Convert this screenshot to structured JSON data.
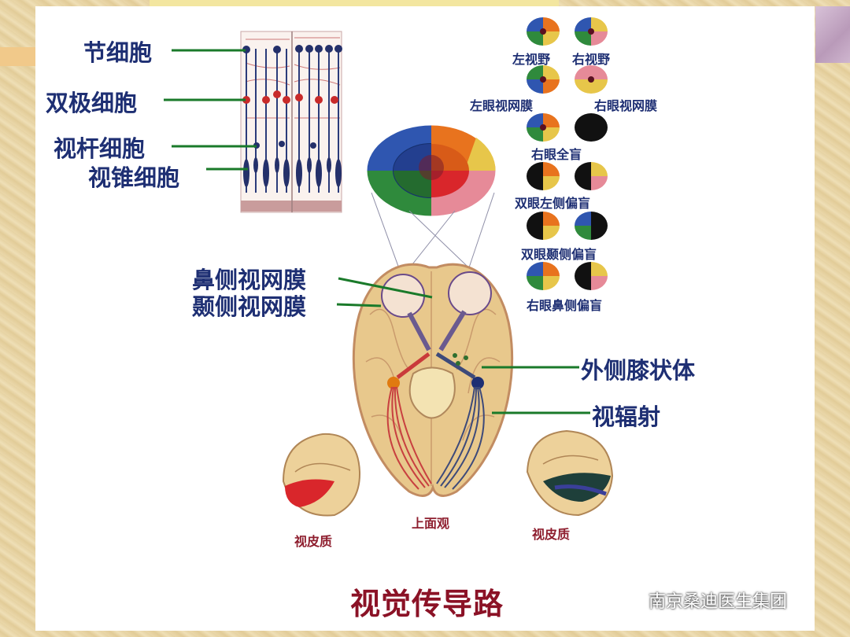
{
  "labels": {
    "ganglion_cell": "节细胞",
    "bipolar_cell": "双极细胞",
    "rod_cell": "视杆细胞",
    "cone_cell": "视锥细胞",
    "nasal_retina": "鼻侧视网膜",
    "temporal_retina": "颞侧视网膜",
    "lateral_geniculate": "外侧膝状体",
    "optic_radiation": "视辐射",
    "visual_cortex_left": "视皮质",
    "visual_cortex_right": "视皮质",
    "top_view": "上面观",
    "title": "视觉传导路"
  },
  "field_legend": [
    {
      "left_caption": "左视野",
      "right_caption": "右视野"
    },
    {
      "left_caption": "左眼视网膜",
      "right_caption": "右眼视网膜"
    },
    {
      "caption": "右眼全盲"
    },
    {
      "caption": "双眼左侧偏盲"
    },
    {
      "caption": "双眼颞侧偏盲"
    },
    {
      "caption": "右眼鼻侧偏盲"
    }
  ],
  "watermark": "南京桑迪医生集团",
  "colors": {
    "label_blue": "#1e2f73",
    "title_red": "#8b1226",
    "field_blue": "#2f56b0",
    "field_green": "#2f8a3c",
    "field_orange": "#e8731e",
    "field_yellow": "#e7c64a",
    "field_pink": "#e68a98",
    "field_red": "#d9262b",
    "leader_green": "#1a7a2a"
  },
  "icons": [
    "wechat-icon"
  ]
}
